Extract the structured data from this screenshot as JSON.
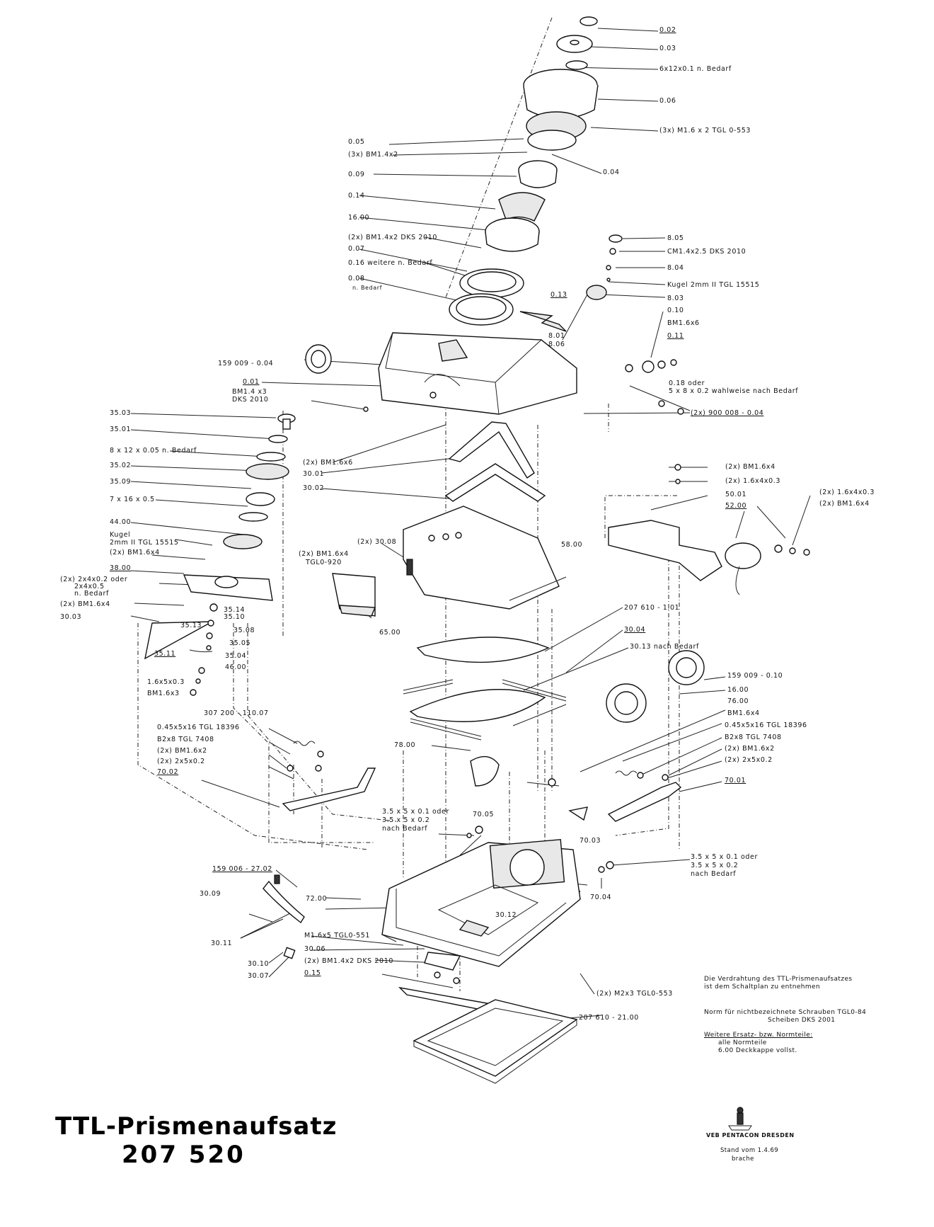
{
  "title": "TTL-Prismenaufsatz",
  "part_number": "207 520",
  "maker": "VEB PENTACON DRESDEN",
  "stand": [
    "Stand vom 1.4.69",
    "brache"
  ],
  "notes": [
    "Die Verdrahtung des TTL-Prismenaufsatzes",
    "ist dem Schaltplan zu entnehmen",
    "Norm für nichtbezeichnete Schrauben TGL0-84",
    "Scheiben DKS 2001",
    "Weitere Ersatz- bzw. Normteile:",
    "alle Normteile",
    "6.00 Deckkappe vollst."
  ],
  "labels": [
    "0.02",
    "0.03",
    "6x12x0.1 n. Bedarf",
    "0.06",
    "(3x) M1.6 x 2 TGL 0-553",
    "0.05",
    "(3x) BM1.4x2",
    "0.04",
    "0.09",
    "0.14",
    "16.00",
    "(2x) BM1.4x2 DKS 2010",
    "0.07",
    "0.16 weitere n. Bedarf",
    "0.08",
    "n. Bedarf",
    "8.05",
    "CM1.4x2.5 DKS 2010",
    "8.04",
    "Kugel 2mm II TGL 15515",
    "8.03",
    "0.13",
    "8.01",
    "8.06",
    "0.10",
    "BM1.6x6",
    "0.11",
    "159 009 - 0.04",
    "0.01",
    "BM1.4 x3",
    "DKS 2010",
    "0.18 oder",
    "5 x 8 x 0.2 wahlweise nach Bedarf",
    "(2x) 900 008 - 0.04",
    "35.03",
    "35.01",
    "8 x 12 x 0.05 n. Bedarf",
    "35.02",
    "35.09",
    "7 x 16 x 0.5",
    "44.00",
    "Kugel",
    "2mm II TGL 15515",
    "(2x) BM1.6x4",
    "38.00",
    "(2x) 2x4x0.2 oder",
    "2x4x0.5",
    "n. Bedarf",
    "(2x) BM1.6x4",
    "30.03",
    "(2x) BM1.6x6",
    "30.01",
    "30.02",
    "(2x) BM1.6x4",
    "TGL0-920",
    "(2x) 30.08",
    "58.00",
    "65.00",
    "35.14",
    "35.10",
    "35.13",
    "35.08",
    "35.05",
    "35.11",
    "35.04",
    "46.00",
    "1.6x5x0.3",
    "BM1.6x3",
    "307 200 - 110.07",
    "(2x) BM1.6x4",
    "(2x) 1.6x4x0.3",
    "50.01",
    "52.00",
    "(2x) 1.6x4x0.3",
    "(2x) BM1.6x4",
    "207 610 - 1.01",
    "30.04",
    "30.13 nach Bedarf",
    "159 009 - 0.10",
    "16.00",
    "76.00",
    "BM1.6x4",
    "0.45x5x16 TGL 18396",
    "B2x8 TGL 7408",
    "(2x) BM1.6x2",
    "(2x) 2x5x0.2",
    "70.01",
    "0.45x5x16 TGL 18396",
    "B2x8 TGL 7408",
    "(2x) BM1.6x2",
    "(2x) 2x5x0.2",
    "70.02",
    "78.00",
    "3.5 x 5 x 0.1 oder",
    "3.5 x 5 x 0.2",
    "nach Bedarf",
    "70.05",
    "70.03",
    "3.5 x 5 x 0.1 oder",
    "3.5 x 5 x 0.2",
    "nach Bedarf",
    "70.04",
    "159 006 - 27.02",
    "30.09",
    "72.00",
    "30.12",
    "30.11",
    "M1.6x5 TGL0-551",
    "30.06",
    "(2x) BM1.4x2 DKS 2010",
    "0.15",
    "30.10",
    "30.07",
    "(2x) M2x3 TGL0-553",
    "207 610 - 21.00"
  ]
}
